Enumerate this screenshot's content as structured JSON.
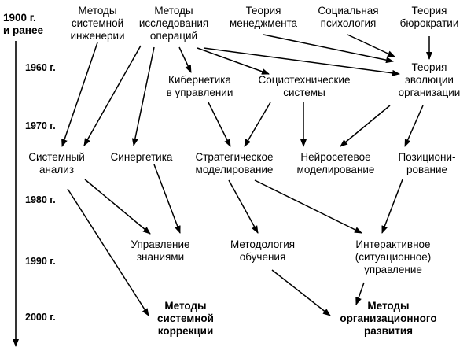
{
  "timeline": {
    "top_label": [
      "1900 г.",
      "и ранее"
    ],
    "years": [
      "1960 г.",
      "1970 г.",
      "1980 г.",
      "1990 г.",
      "2000 г."
    ]
  },
  "nodes": {
    "systems_engineering": [
      "Методы",
      "системной",
      "инженерии"
    ],
    "operations_research": [
      "Методы",
      "исследования",
      "операций"
    ],
    "management_theory": [
      "Теория",
      "менеджмента"
    ],
    "social_psychology": [
      "Социальная",
      "психология"
    ],
    "bureaucracy_theory": [
      "Теория",
      "бюрократии"
    ],
    "management_cybernetics": [
      "Кибернетика",
      "в управлении"
    ],
    "sociotechnical_systems": [
      "Социотехнические",
      "системы"
    ],
    "org_evolution_theory": [
      "Теория",
      "эволюции",
      "организации"
    ],
    "systems_analysis": [
      "Системный",
      "анализ"
    ],
    "synergetics": [
      "Синергетика"
    ],
    "strategic_modeling": [
      "Стратегическое",
      "моделирование"
    ],
    "neural_modeling": [
      "Нейросетевое",
      "моделирование"
    ],
    "positioning": [
      "Позициони-",
      "рование"
    ],
    "knowledge_management": [
      "Управление",
      "знаниями"
    ],
    "learning_methodology": [
      "Методология",
      "обучения"
    ],
    "interactive_management": [
      "Интерактивное",
      "(ситуационное)",
      "управление"
    ],
    "systemic_correction": [
      "Методы",
      "системной",
      "коррекции"
    ],
    "org_development": [
      "Методы",
      "организационного",
      "развития"
    ]
  }
}
